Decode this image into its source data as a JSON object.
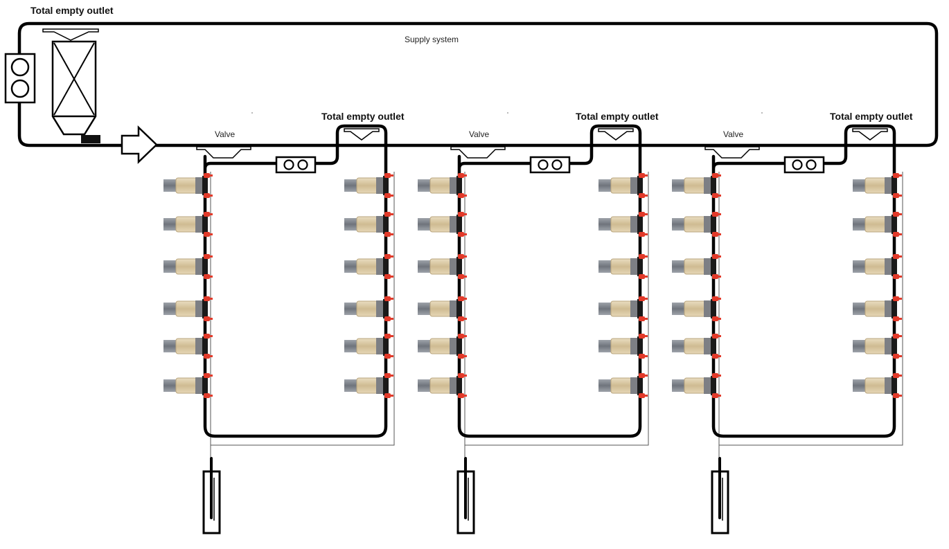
{
  "labels": {
    "top_outlet": "Total empty outlet",
    "supply_system": "Supply system"
  },
  "modules": [
    {
      "valve_label": "Valve",
      "outlet_label": "Total empty outlet",
      "left_units": 6,
      "right_units": 6
    },
    {
      "valve_label": "Valve",
      "outlet_label": "Total empty outlet",
      "left_units": 6,
      "right_units": 6
    },
    {
      "valve_label": "Valve",
      "outlet_label": "Total empty outlet",
      "left_units": 6,
      "right_units": 6
    }
  ],
  "colors": {
    "pipe": "#000000",
    "fitting_red": "#e23a2a",
    "unit_body": "#d8c7a4",
    "unit_pipe": "#8b8f96"
  }
}
